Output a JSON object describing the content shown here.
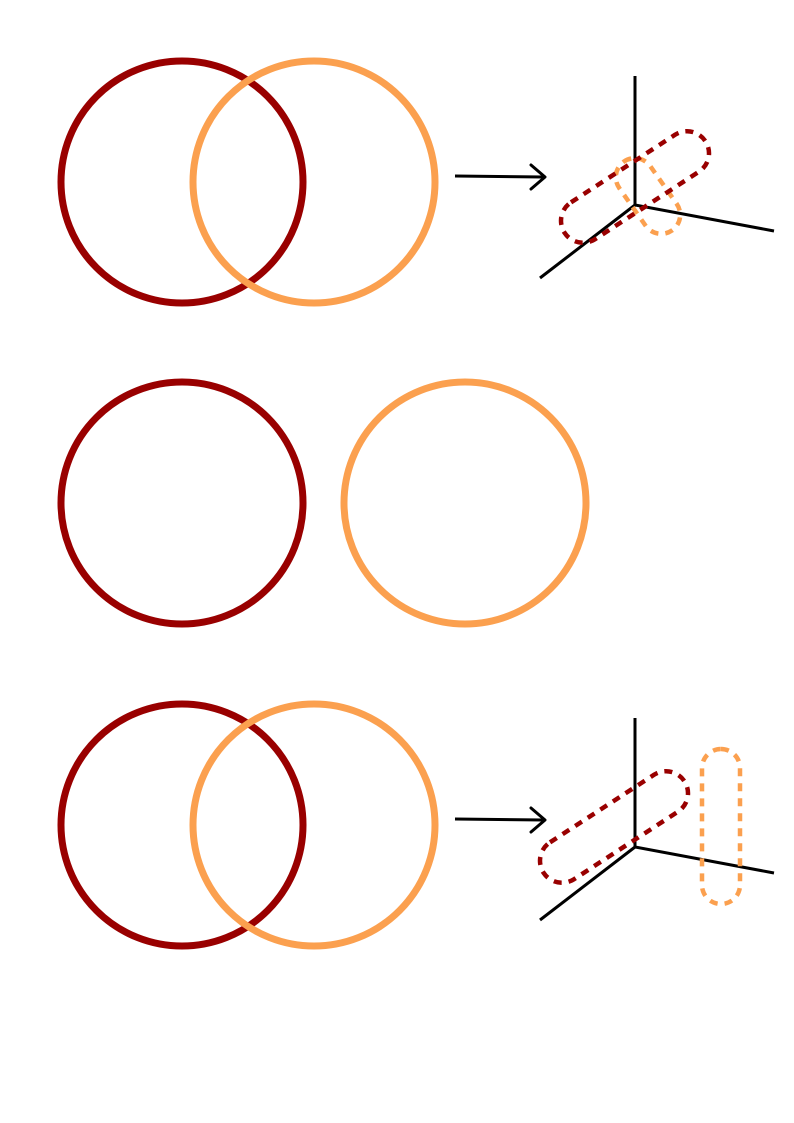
{
  "colors": {
    "dark_red": "#990000",
    "orange": "#FBA04F",
    "axis": "#000000",
    "background": "#FFFFFF"
  },
  "rows": [
    {
      "id": "overlapping-top",
      "circles": [
        "dark_red",
        "orange"
      ],
      "circles_overlap": true,
      "has_arrow": true,
      "projection": {
        "dark_red_ellipse": "diagonal",
        "orange_ellipse": "diagonal-crossing"
      }
    },
    {
      "id": "separated-middle",
      "circles": [
        "dark_red",
        "orange"
      ],
      "circles_overlap": false,
      "has_arrow": false
    },
    {
      "id": "overlapping-bottom",
      "circles": [
        "dark_red",
        "orange"
      ],
      "circles_overlap": true,
      "has_arrow": true,
      "projection": {
        "dark_red_ellipse": "diagonal",
        "orange_ellipse": "vertical"
      }
    }
  ]
}
